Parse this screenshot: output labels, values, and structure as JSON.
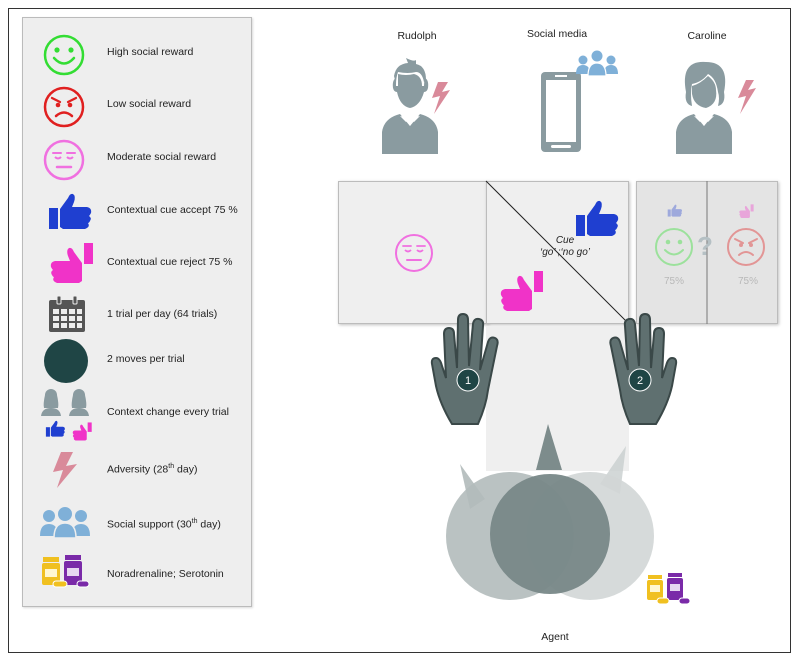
{
  "legend": {
    "items": [
      {
        "label": "High social reward",
        "icon": "happy-face-icon",
        "color": "#33dd33"
      },
      {
        "label": "Low social reward",
        "icon": "angry-face-icon",
        "color": "#e02020"
      },
      {
        "label": "Moderate social reward",
        "icon": "neutral-face-icon",
        "color": "#f070e0"
      },
      {
        "label": "Contextual cue accept 75 %",
        "icon": "thumbs-up-icon",
        "color": "#1f3fd0"
      },
      {
        "label": "Contextual cue reject 75 %",
        "icon": "thumbs-down-icon",
        "color": "#f033c8"
      },
      {
        "label": "1 trial per day (64 trials)",
        "icon": "calendar-icon",
        "color": "#555555"
      },
      {
        "label": "2 moves per trial",
        "icon": "dark-circle-icon",
        "color": "#1f4545"
      },
      {
        "label": "Context change every trial",
        "icon": "context-change-icon",
        "color": "#8a9ba0"
      },
      {
        "label": "Adversity (28",
        "label_sup": "th",
        "label_tail": " day)",
        "icon": "lightning-icon",
        "color": "#d98a9a"
      },
      {
        "label": "Social support (30",
        "label_sup": "th",
        "label_tail": " day)",
        "icon": "people-icon",
        "color": "#7fb0d8"
      },
      {
        "label": "Noradrenaline; Serotonin",
        "icon": "pill-bottles-icon",
        "color": "#f0c020"
      }
    ]
  },
  "top": {
    "rudolph": "Rudolph",
    "social_media": "Social media",
    "caroline": "Caroline"
  },
  "cue": {
    "line1": "Cue",
    "line2": "‘go’ ;‘no go’"
  },
  "hands": {
    "left_number": "1",
    "right_number": "2"
  },
  "hidden_panel": {
    "question": "?",
    "left_pct": "75%",
    "right_pct": "75%"
  },
  "agent": {
    "label": "Agent"
  },
  "colors": {
    "person": "#8a9ba0",
    "hand": "#5f7070",
    "hand_outline": "#3a4848",
    "badge": "#1f4545",
    "lightning": "#d98a9a",
    "blue_thumb": "#1f3fd0",
    "pink_thumb": "#f033c8",
    "green_face": "#33dd33",
    "red_face": "#e02020",
    "pink_face": "#f070e0"
  }
}
